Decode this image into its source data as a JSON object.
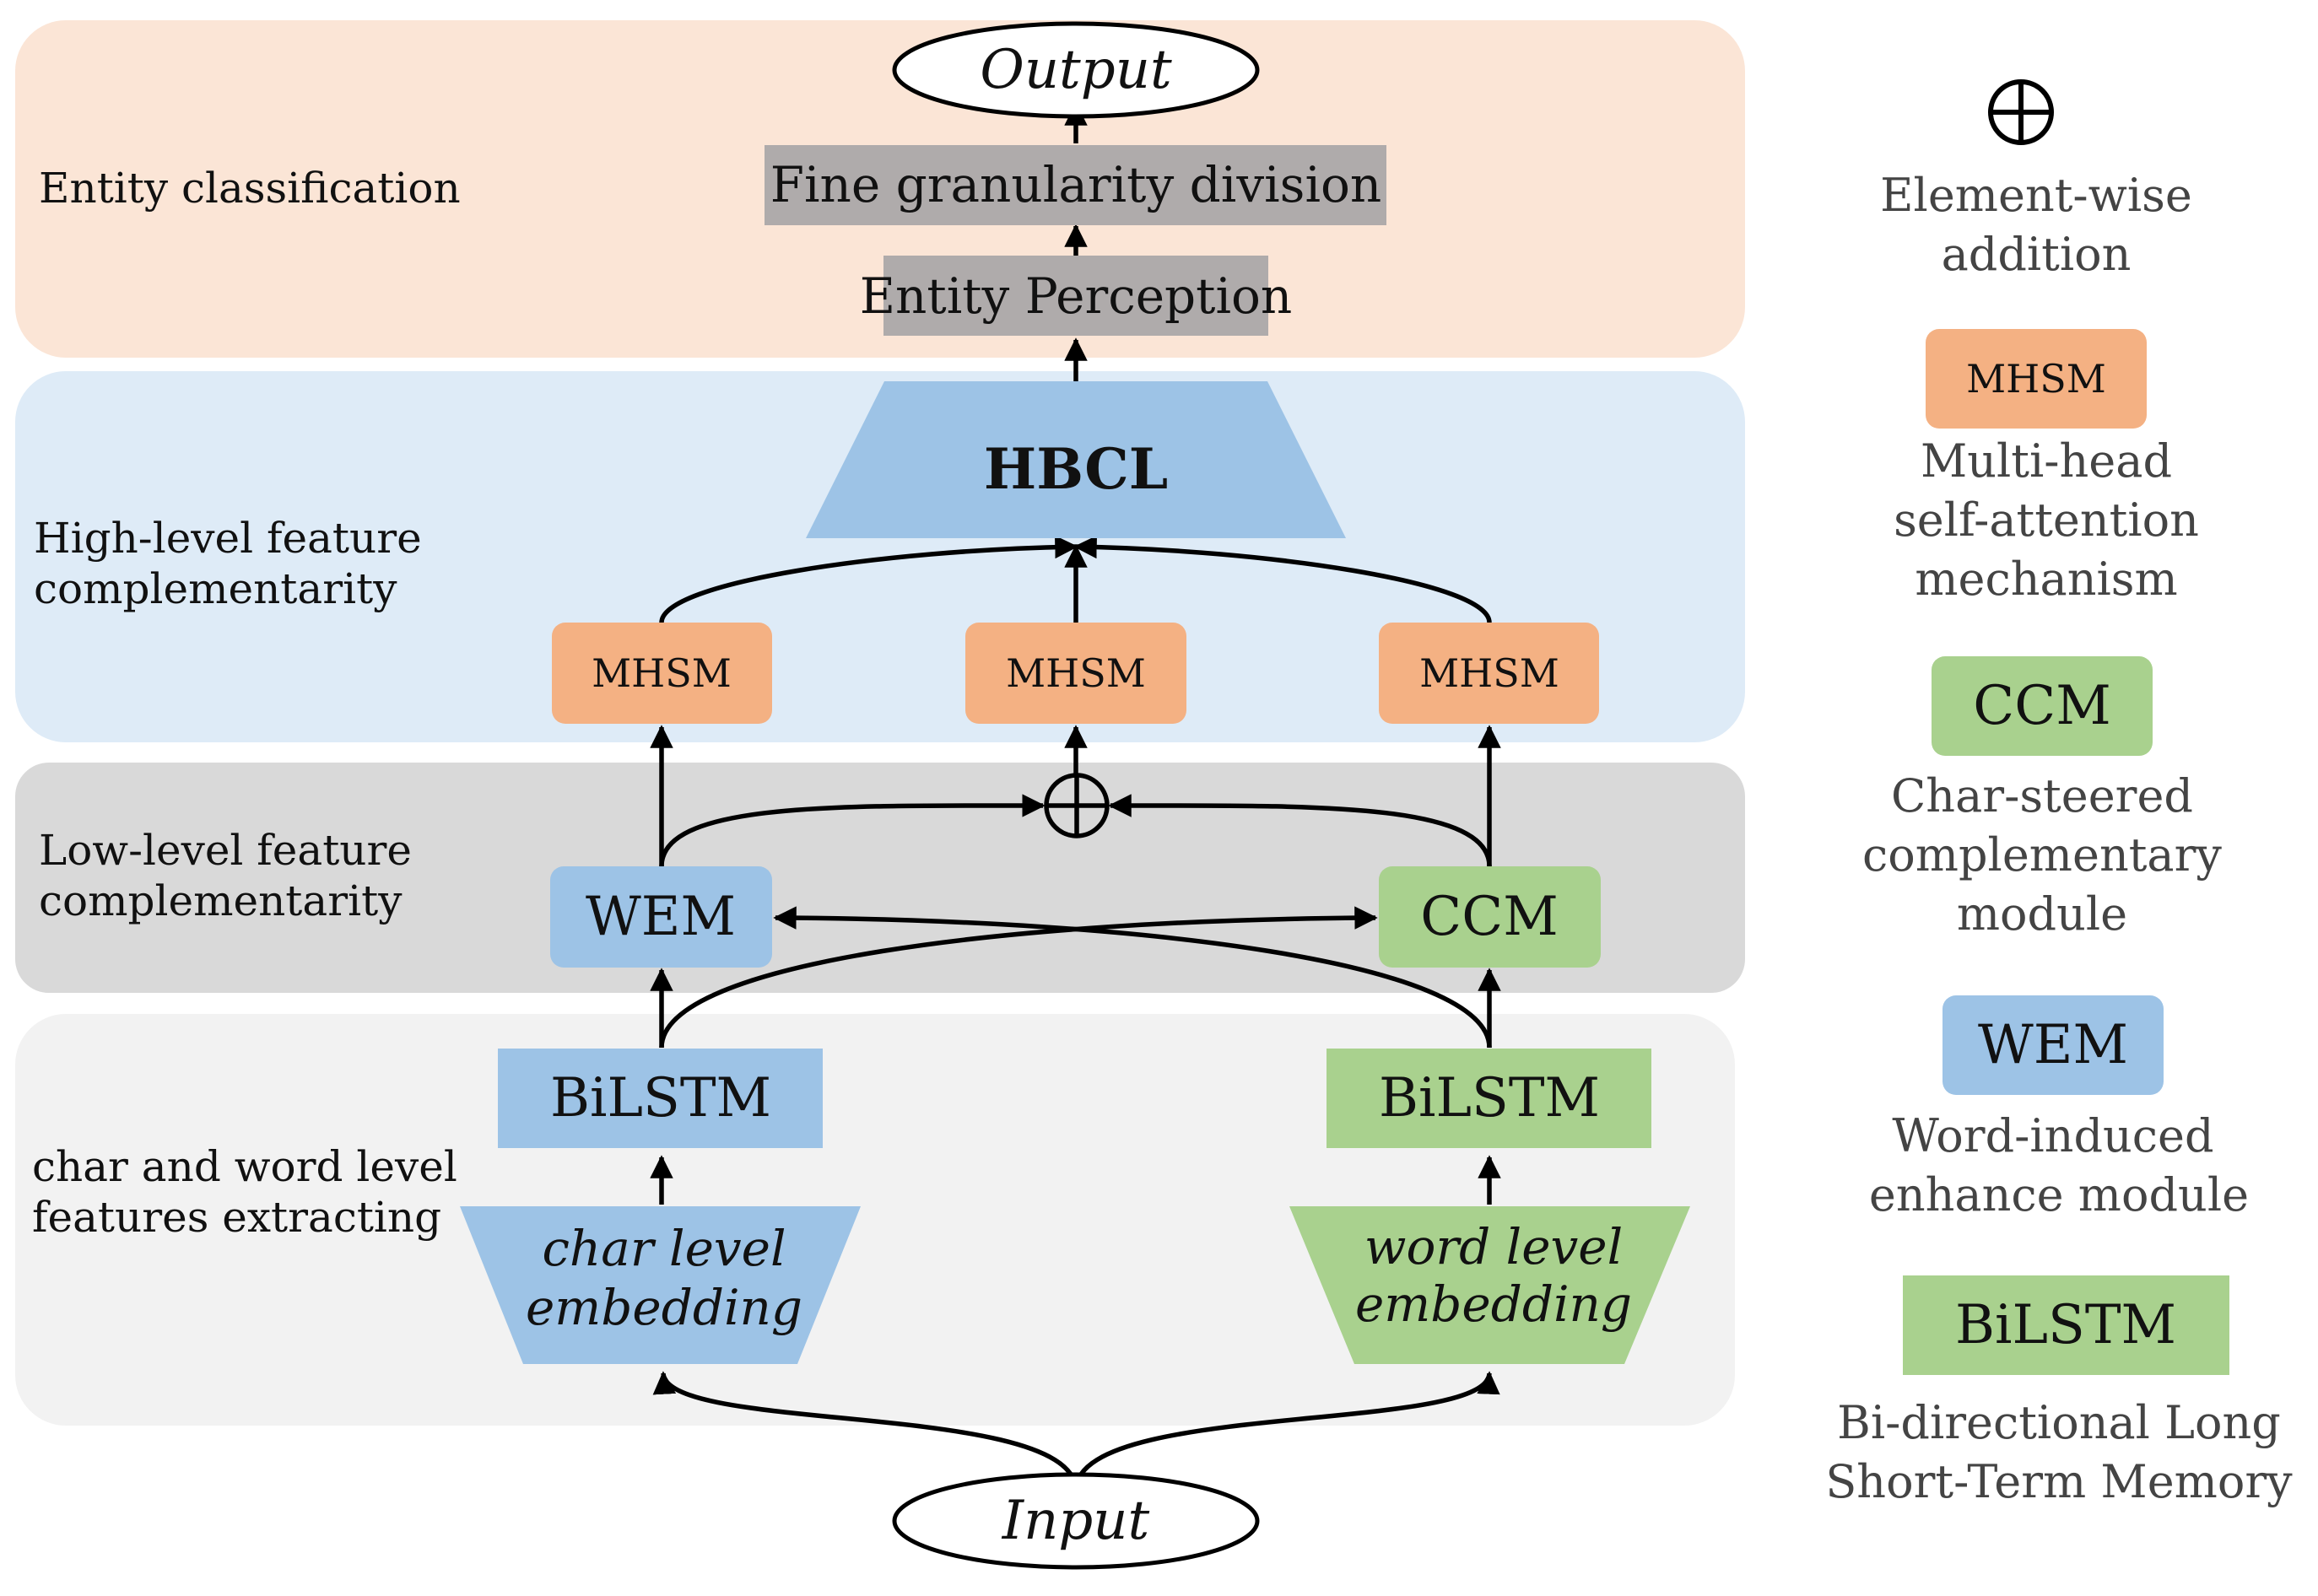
{
  "colors": {
    "band_entity": "#fbe5d6",
    "band_high": "#deebf7",
    "band_low": "#d9d9d9",
    "band_char": "#f2f2f2",
    "blue": "#9dc3e6",
    "green": "#a9d18e",
    "orange": "#f4b183",
    "gray_box": "#afabab"
  },
  "bands": {
    "entity": "Entity classification",
    "high": [
      "High-level feature",
      "complementarity"
    ],
    "low": [
      "Low-level feature",
      "complementarity"
    ],
    "char": [
      "char and word level",
      "features extracting"
    ]
  },
  "nodes": {
    "output": "Output",
    "fine": "Fine granularity division",
    "perception": "Entity Perception",
    "hbcl": "HBCL",
    "mhsm": "MHSM",
    "wem": "WEM",
    "ccm": "CCM",
    "bilstm": "BiLSTM",
    "char_emb": [
      "char level",
      "embedding"
    ],
    "word_emb": [
      "word level",
      "embedding"
    ],
    "input": "Input",
    "add_icon": "circle-plus-icon"
  },
  "legend": {
    "add": [
      "Element-wise",
      "addition"
    ],
    "mhsm_box": "MHSM",
    "mhsm": [
      "Multi-head",
      "self-attention",
      "mechanism"
    ],
    "ccm_box": "CCM",
    "ccm": [
      "Char-steered",
      "complementary",
      "module"
    ],
    "wem_box": "WEM",
    "wem": [
      "Word-induced",
      "enhance module"
    ],
    "bilstm_box": "BiLSTM",
    "bilstm": [
      "Bi-directional Long",
      "Short-Term Memory"
    ]
  }
}
